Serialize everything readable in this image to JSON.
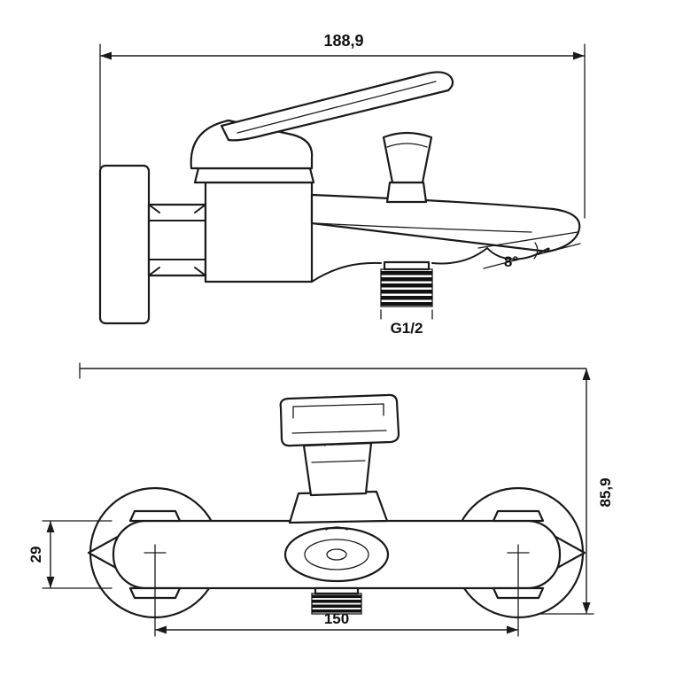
{
  "labels": {
    "overall_width": "188,9",
    "spout_angle": "8°",
    "outlet_thread": "G1/2",
    "overall_height": "85,9",
    "body_height": "29",
    "mount_spacing": "150"
  },
  "colors": {
    "line": "#1a1a1a",
    "background": "#ffffff",
    "thread_fill": "#111111"
  }
}
